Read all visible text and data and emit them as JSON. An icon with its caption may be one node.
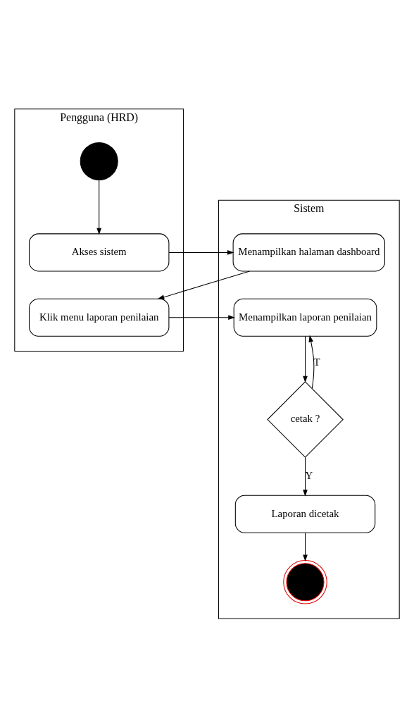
{
  "diagram": {
    "nodes": [
      {
        "text": [
          "Pengguna (HRD)"
        ]
      },
      {
        "text": [
          "Sistem"
        ]
      },
      {
        "text": [],
        "shape": "circle",
        "in": 0
      },
      {
        "text": [
          "Akses sistem"
        ],
        "in": 0
      },
      {
        "text": [
          "Menampilkan halaman dashboard"
        ],
        "in": 1
      },
      {
        "text": [
          "Klik menu laporan penilaian"
        ],
        "in": 0
      },
      {
        "text": [
          "Menampilkan laporan penilaian"
        ],
        "in": 1
      },
      {
        "text": [
          "cetak ?"
        ],
        "in": 1
      },
      {
        "text": [
          "Laporan dicetak"
        ],
        "in": 1
      },
      {
        "text": [],
        "shape": "circle",
        "in": 1
      }
    ],
    "edges": [
      {
        "from": 2,
        "to": 3,
        "arrow": "to"
      },
      {
        "from": 3,
        "to": 4,
        "arrow": "to"
      },
      {
        "from": 4,
        "to": 5,
        "arrow": "to"
      },
      {
        "from": 5,
        "to": 6,
        "arrow": "to"
      },
      {
        "from": 6,
        "to": 7,
        "arrow": "to"
      },
      {
        "from": 7,
        "to": 6,
        "arrow": "to",
        "label": "T"
      },
      {
        "from": 7,
        "to": 8,
        "arrow": "to",
        "label": "Y"
      },
      {
        "from": 8,
        "to": 9,
        "arrow": "to"
      }
    ]
  }
}
